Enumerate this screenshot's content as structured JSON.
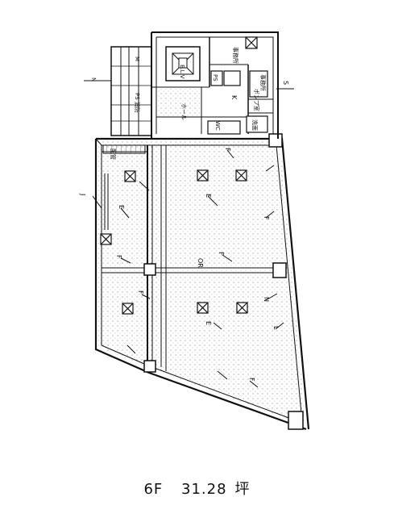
{
  "caption": {
    "floor": "6F",
    "area": "31.28",
    "unit": "坪"
  },
  "plan": {
    "room_labels": {
      "elv": "E.L.V",
      "hall": "ホール",
      "stair_a": "M",
      "stair_b": "N",
      "ps": "PS",
      "shaft": "PS 消防",
      "wc": "WC",
      "wash": "洗面",
      "office_a": "事務所",
      "office_b": "事務所",
      "pump": "ポンプ室",
      "pipe": "配管"
    },
    "marks": {
      "j": "J",
      "e1": "E",
      "e2": "E",
      "e3": "E",
      "f1": "F",
      "f2": "F",
      "f3": "F",
      "f4": "F",
      "f5": "F",
      "f6": "F",
      "n": "N",
      "l": "L",
      "s": "S",
      "k": "K",
      "center": "OR"
    }
  }
}
